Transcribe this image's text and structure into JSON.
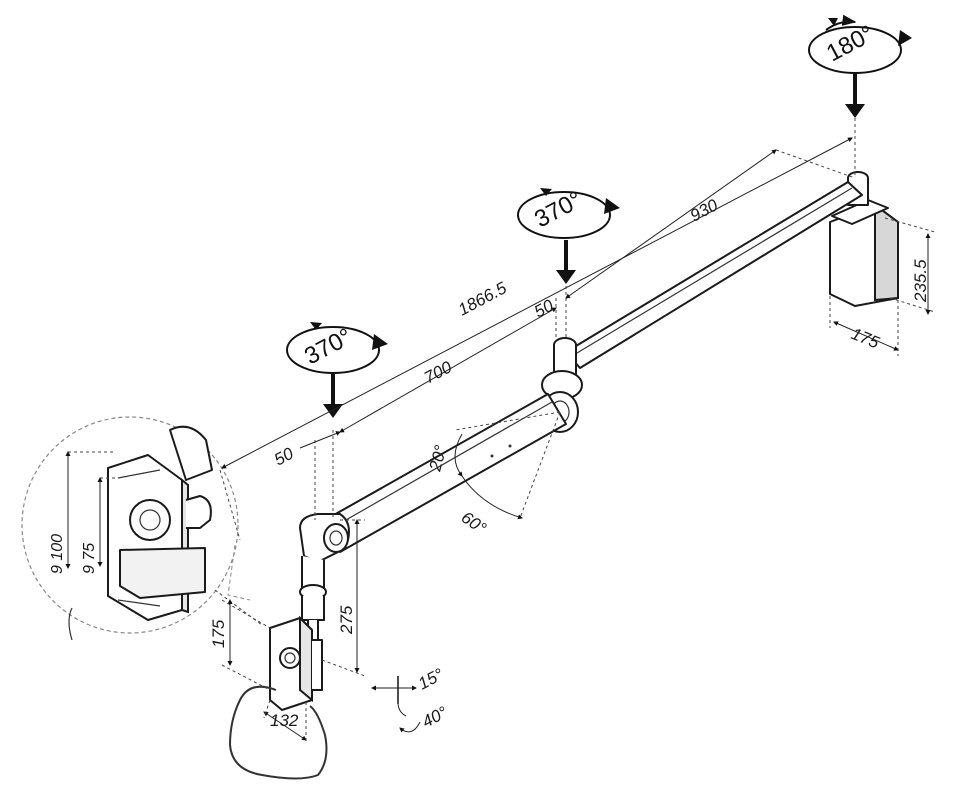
{
  "diagram": {
    "rotations": [
      {
        "label": "180°"
      },
      {
        "label": "370°"
      },
      {
        "label": "370°"
      }
    ],
    "dimensions": {
      "total_length": "1866.5",
      "outer_arm": "930",
      "inner_arm": "700",
      "offset_mid": "50",
      "offset_low": "50",
      "mount_height": "235.5",
      "mount_width": "175",
      "pole_height": "275",
      "plate_height": "175",
      "plate_width": "132",
      "vesa_outer": "9 100",
      "vesa_inner": "9 75"
    },
    "angles": {
      "tilt_up": "20°",
      "tilt_down": "60°",
      "head_tilt": "15°",
      "head_swivel": "40°"
    }
  }
}
